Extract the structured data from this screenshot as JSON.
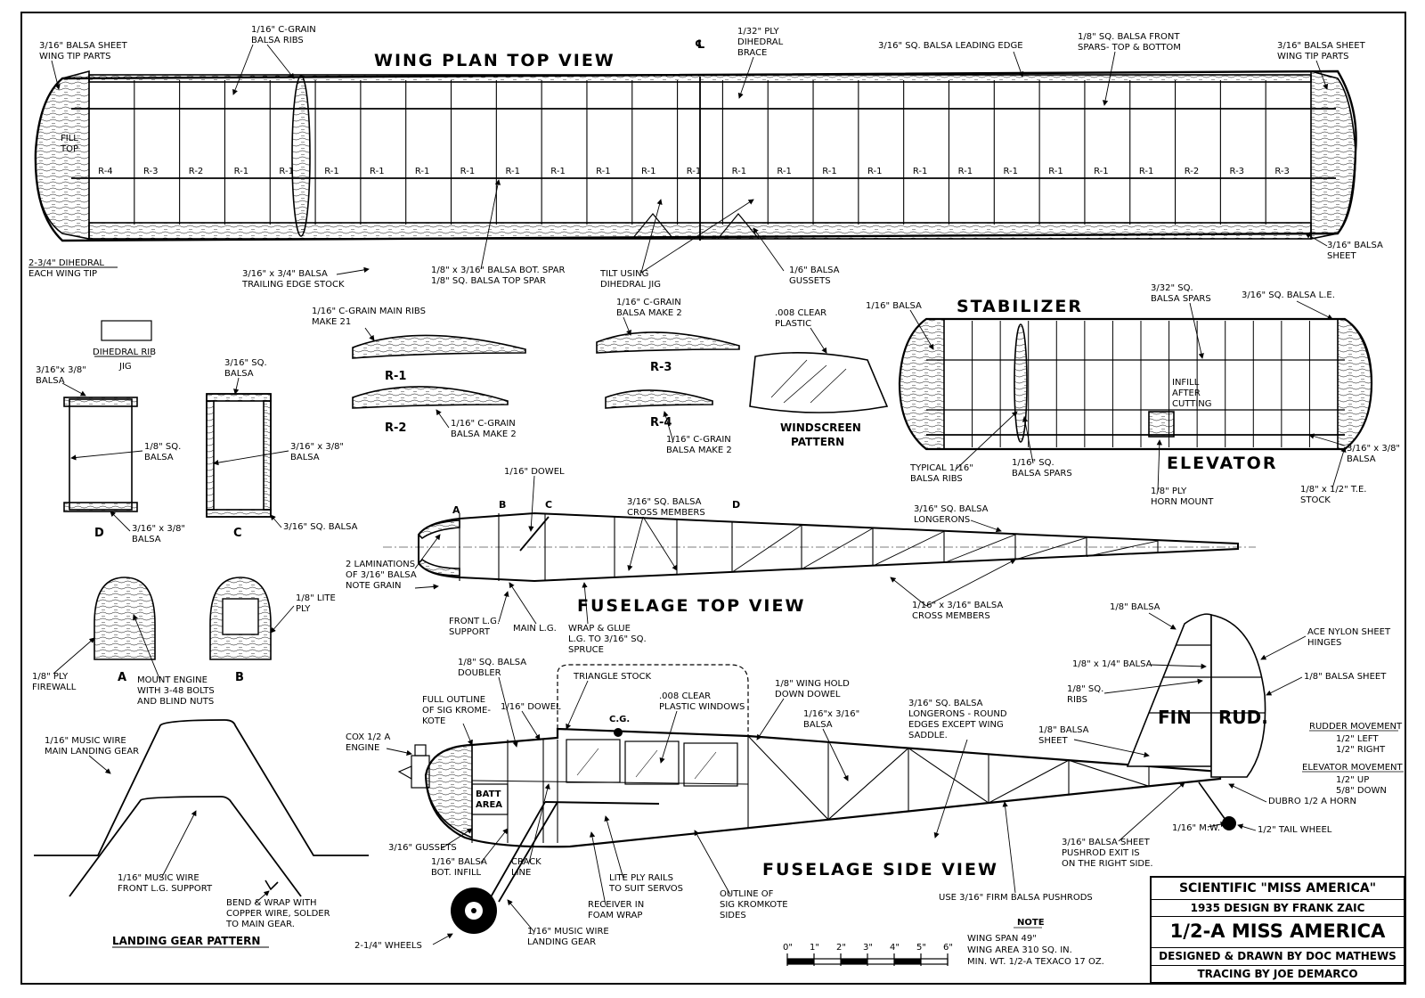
{
  "wing": {
    "title": "WING PLAN TOP VIEW",
    "centerline": "℄",
    "labels": {
      "tip_left": [
        "3/16\" BALSA SHEET",
        "WING TIP PARTS"
      ],
      "ribs_cgrain": [
        "1/16\" C-GRAIN",
        "BALSA RIBS"
      ],
      "dihedral_brace": [
        "1/32\" PLY",
        "DIHEDRAL",
        "BRACE"
      ],
      "leading_edge": [
        "3/16\" SQ. BALSA LEADING EDGE"
      ],
      "front_spars": [
        "1/8\" SQ. BALSA FRONT",
        "SPARS- TOP & BOTTOM"
      ],
      "tip_right": [
        "3/16\" BALSA SHEET",
        "WING TIP PARTS"
      ],
      "fill_top": [
        "FILL",
        "TOP"
      ],
      "dihedral_tip": [
        "2-3/4\" DIHEDRAL",
        "EACH WING TIP"
      ],
      "trailing_edge": [
        "3/16\" x 3/4\" BALSA",
        "TRAILING EDGE STOCK"
      ],
      "spars": [
        "1/8\" x 3/16\" BALSA BOT. SPAR",
        "1/8\" SQ. BALSA TOP SPAR"
      ],
      "tilt": [
        "TILT USING",
        "DIHEDRAL JIG"
      ],
      "gussets": [
        "1/6\" BALSA",
        "GUSSETS"
      ],
      "sheet_right": [
        "3/16\" BALSA",
        "SHEET"
      ]
    },
    "rib_marks": [
      "R-4",
      "R-3",
      "R-2",
      "R-1",
      "R-1",
      "R-1",
      "R-1",
      "R-1",
      "R-1",
      "R-1",
      "R-1",
      "R-1",
      "R-1",
      "R-1",
      "R-1",
      "R-1",
      "R-1",
      "R-1",
      "R-1",
      "R-1",
      "R-1",
      "R-1",
      "R-1",
      "R-1",
      "R-2",
      "R-3",
      "R-3"
    ]
  },
  "ribs": {
    "main_ribs": [
      "1/16\" C-GRAIN MAIN RIBS",
      "MAKE 21"
    ],
    "r1": "R-1",
    "r2": "R-2",
    "r2_note": [
      "1/16\" C-GRAIN",
      "BALSA MAKE 2"
    ],
    "r3_note": [
      "1/16\" C-GRAIN",
      "BALSA MAKE 2"
    ],
    "r3": "R-3",
    "r4": "R-4",
    "r4_note": [
      "1/16\" C-GRAIN",
      "BALSA MAKE 2"
    ],
    "dihedral_jig": [
      "DIHEDRAL RIB",
      "JIG"
    ]
  },
  "windscreen": {
    "material": [
      ".008 CLEAR",
      "PLASTIC"
    ],
    "caption": [
      "WINDSCREEN",
      "PATTERN"
    ]
  },
  "stabilizer": {
    "title": "STABILIZER",
    "elevator_title": "ELEVATOR",
    "labels": {
      "balsa_16": [
        "1/16\" BALSA"
      ],
      "spars_332": [
        "3/32\" SQ.",
        "BALSA SPARS"
      ],
      "le": [
        "3/16\" SQ. BALSA L.E."
      ],
      "infill": [
        "INFILL",
        "AFTER",
        "CUTTING"
      ],
      "typical_ribs": [
        "TYPICAL 1/16\"",
        "BALSA RIBS"
      ],
      "spars_116": [
        "1/16\" SQ.",
        "BALSA SPARS"
      ],
      "horn_mount": [
        "1/8\" PLY",
        "HORN MOUNT"
      ],
      "balsa_316x38": [
        "3/16\" x 3/8\"",
        "BALSA"
      ],
      "te": [
        "1/8\" x 1/2\" T.E.",
        "STOCK"
      ]
    }
  },
  "formers": {
    "d_top": [
      "3/16\"x 3/8\"",
      "BALSA"
    ],
    "d_mid": [
      "1/8\" SQ.",
      "BALSA"
    ],
    "d_bot": [
      "3/16\" x 3/8\"",
      "BALSA"
    ],
    "d_letter": "D",
    "c_top": [
      "3/16\" SQ.",
      "BALSA"
    ],
    "c_mid": [
      "3/16\" x 3/8\"",
      "BALSA"
    ],
    "c_bot": [
      "3/16\" SQ. BALSA"
    ],
    "c_letter": "C",
    "a_letter": "A",
    "b_letter": "B",
    "firewall": [
      "1/8\" PLY",
      "FIREWALL"
    ],
    "mount": [
      "MOUNT ENGINE",
      "WITH 3-48 BOLTS",
      "AND BLIND NUTS"
    ],
    "lite_ply": [
      "1/8\" LITE",
      "PLY"
    ]
  },
  "fuselage_top": {
    "title": "FUSELAGE TOP VIEW",
    "stations": [
      "A",
      "B",
      "C",
      "D"
    ],
    "labels": {
      "dowel": [
        "1/16\" DOWEL"
      ],
      "cross": [
        "3/16\" SQ. BALSA",
        "CROSS MEMBERS"
      ],
      "longerons": [
        "3/16\" SQ. BALSA",
        "LONGERONS"
      ],
      "laminations": [
        "2 LAMINATIONS",
        "OF 3/16\" BALSA",
        "NOTE GRAIN"
      ],
      "front_lg": [
        "FRONT L.G.",
        "SUPPORT"
      ],
      "main_lg": [
        "MAIN L.G."
      ],
      "wrap": [
        "WRAP & GLUE",
        "L.G. TO 3/16\" SQ.",
        "SPRUCE"
      ],
      "cross2": [
        "1/16\" x 3/16\" BALSA",
        "CROSS MEMBERS"
      ]
    }
  },
  "fuselage_side": {
    "title": "FUSELAGE SIDE VIEW",
    "fin": "FIN",
    "rud": "RUD.",
    "batt": [
      "BATT",
      "AREA"
    ],
    "cg": "C.G.",
    "labels": {
      "doubler": [
        "1/8\" SQ. BALSA",
        "DOUBLER"
      ],
      "triangle": [
        "TRIANGLE STOCK"
      ],
      "windows": [
        ".008 CLEAR",
        "PLASTIC WINDOWS"
      ],
      "krome": [
        "FULL OUTLINE",
        "OF SIG KROME-",
        "KOTE"
      ],
      "dowel": [
        "1/16\" DOWEL"
      ],
      "engine": [
        "COX 1/2 A",
        "ENGINE"
      ],
      "hold": [
        "1/8\" WING HOLD",
        "DOWN DOWEL"
      ],
      "balsa_16x316": [
        "1/16\"x 3/16\"",
        "BALSA"
      ],
      "longerons": [
        "3/16\" SQ. BALSA",
        "LONGERONS - ROUND",
        "EDGES EXCEPT WING",
        "SADDLE."
      ],
      "balsa_18": [
        "1/8\" BALSA"
      ],
      "balsa_18x14": [
        "1/8\" x 1/4\" BALSA"
      ],
      "ribs_18": [
        "1/8\" SQ.",
        "RIBS"
      ],
      "sheet_18": [
        "1/8\" BALSA",
        "SHEET"
      ],
      "hinges": [
        "ACE NYLON SHEET",
        "HINGES"
      ],
      "balsa_sheet": [
        "1/8\" BALSA  SHEET"
      ],
      "gussets": [
        "3/16\" GUSSETS"
      ],
      "infill": [
        "1/16\" BALSA",
        "BOT. INFILL"
      ],
      "crack": [
        "CRACK",
        "LINE"
      ],
      "rails": [
        "LITE PLY RAILS",
        "TO SUIT SERVOS"
      ],
      "receiver": [
        "RECEIVER IN",
        "FOAM WRAP"
      ],
      "outline": [
        "OUTLINE OF",
        "SIG KROMKOTE",
        "SIDES"
      ],
      "wheels": [
        "2-1/4\" WHEELS"
      ],
      "music_wire": [
        "1/16\" MUSIC WIRE",
        "LANDING GEAR"
      ],
      "pushrods": [
        "USE 3/16\" FIRM BALSA PUSHRODS"
      ],
      "pushrod_exit": [
        "3/16\" BALSA SHEET",
        "PUSHROD EXIT IS",
        "ON THE RIGHT SIDE."
      ],
      "mw": [
        "1/16\" M.W."
      ],
      "tail_wheel": [
        "1/2\" TAIL WHEEL"
      ],
      "horn": [
        "DUBRO 1/2 A HORN"
      ]
    }
  },
  "movement": {
    "rudder_head": "RUDDER MOVEMENT",
    "rudder_left": "1/2\"  LEFT",
    "rudder_right": "1/2\"  RIGHT",
    "elevator_head": "ELEVATOR MOVEMENT",
    "elevator_up": "1/2\"  UP",
    "elevator_down": "5/8\"  DOWN"
  },
  "landing_gear": {
    "title": "LANDING GEAR PATTERN",
    "main": [
      "1/16\" MUSIC WIRE",
      "MAIN LANDING GEAR"
    ],
    "front": [
      "1/16\" MUSIC WIRE",
      "FRONT L.G. SUPPORT"
    ],
    "bend": [
      "BEND & WRAP WITH",
      "COPPER WIRE, SOLDER",
      "TO MAIN GEAR."
    ]
  },
  "note": {
    "heading": "NOTE",
    "lines": [
      "WING SPAN  49\"",
      "WING AREA  310 SQ. IN.",
      "MIN. WT. 1/2-A  TEXACO 17 OZ."
    ]
  },
  "scale": {
    "ticks": [
      "0\"",
      "1\"",
      "2\"",
      "3\"",
      "4\"",
      "5\"",
      "6\""
    ]
  },
  "title_block": {
    "line1": "SCIENTIFIC \"MISS AMERICA\"",
    "line2": "1935  DESIGN  BY  FRANK  ZAIC",
    "line3": "1/2-A  MISS  AMERICA",
    "line4": "DESIGNED & DRAWN  BY  DOC  MATHEWS",
    "line5": "TRACING  BY  JOE  DEMARCO"
  }
}
